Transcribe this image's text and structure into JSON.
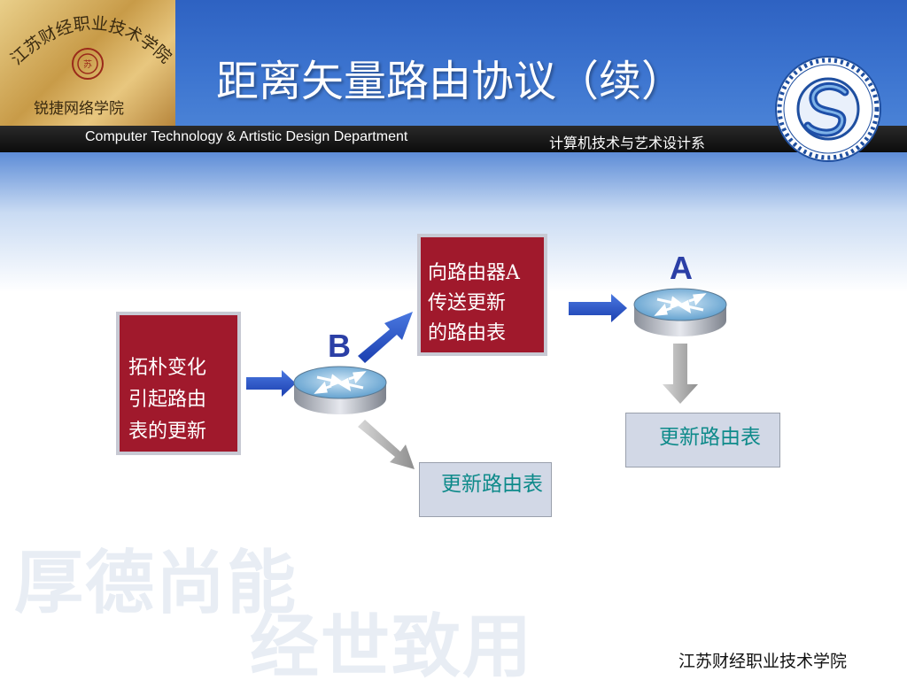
{
  "header": {
    "title": "距离矢量路由协议（续）",
    "english_dept": "Computer Technology & Artistic Design Department",
    "chinese_dept": "计算机技术与艺术设计系",
    "college_badge": "江苏财经职业技术学院",
    "college_sub": "锐捷网络学院"
  },
  "diagram": {
    "topology_change": [
      "拓朴变化",
      "引起路由",
      "表的更新"
    ],
    "send_update": [
      "向路由器A",
      "传送更新",
      "的路由表"
    ],
    "router_b_label": "B",
    "router_a_label": "A",
    "update_table_b": "更新路由表",
    "update_table_a": "更新路由表"
  },
  "watermark": {
    "line1": "厚德尚能",
    "line2": "经世致用"
  },
  "footer": {
    "college": "江苏财经职业技术学院"
  },
  "colors": {
    "accent_red": "#a0192c",
    "arrow_blue": "#2a52c8",
    "teal_text": "#0e8a8a",
    "label_blue": "#2b3fa6"
  }
}
